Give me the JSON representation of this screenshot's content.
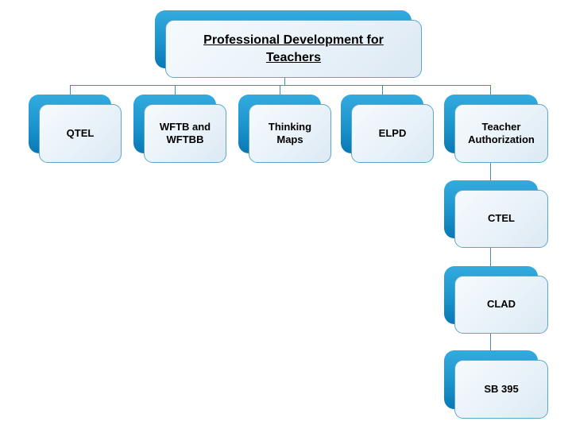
{
  "diagram": {
    "type": "org-hierarchy",
    "root": {
      "label": "Professional Development for Teachers"
    },
    "level1": [
      {
        "label": "QTEL"
      },
      {
        "label": "WFTB and WFTBB"
      },
      {
        "label": "Thinking Maps"
      },
      {
        "label": "ELPD"
      },
      {
        "label": "Teacher Authorization",
        "children": [
          "CTEL",
          "CLAD",
          "SB 395"
        ]
      }
    ],
    "colors": {
      "node_shadow_top": "#33abdf",
      "node_shadow_bottom": "#0878b4",
      "node_fill_top": "#f5fafd",
      "node_fill_bottom": "#dce9f3",
      "node_border": "#5ea6c8",
      "connector": "#3e8fb5",
      "text": "#000000",
      "background": "#ffffff"
    }
  }
}
